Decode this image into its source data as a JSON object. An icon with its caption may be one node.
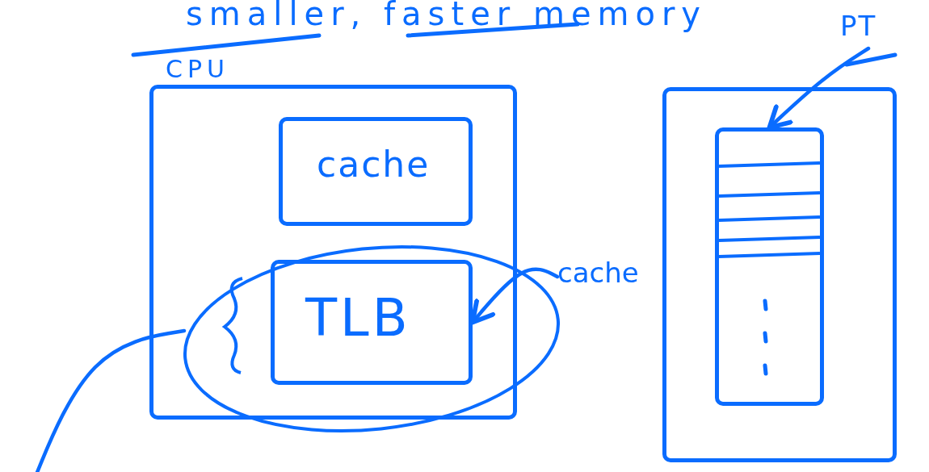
{
  "diagram": {
    "nodes": [
      {
        "text": [
          "CPU"
        ]
      },
      {
        "text": [
          "cache"
        ],
        "in": 0
      },
      {
        "text": [
          "TLB"
        ],
        "in": 3
      },
      {
        "text": [],
        "shape": "circle"
      },
      {
        "text": [
          "cache"
        ]
      },
      {
        "text": [],
        "shape": "box"
      },
      {
        "text": [],
        "shape": "box",
        "in": 5
      },
      {
        "text": [
          "PT"
        ]
      }
    ],
    "edges": [
      {
        "from": 4,
        "to": 2,
        "arrow": "to"
      },
      {
        "from": 7,
        "to": 6,
        "arrow": "to"
      },
      {
        "from": 3,
        "to": null,
        "arrow": "none"
      }
    ],
    "labels": [
      "smaller, faster memory"
    ]
  }
}
